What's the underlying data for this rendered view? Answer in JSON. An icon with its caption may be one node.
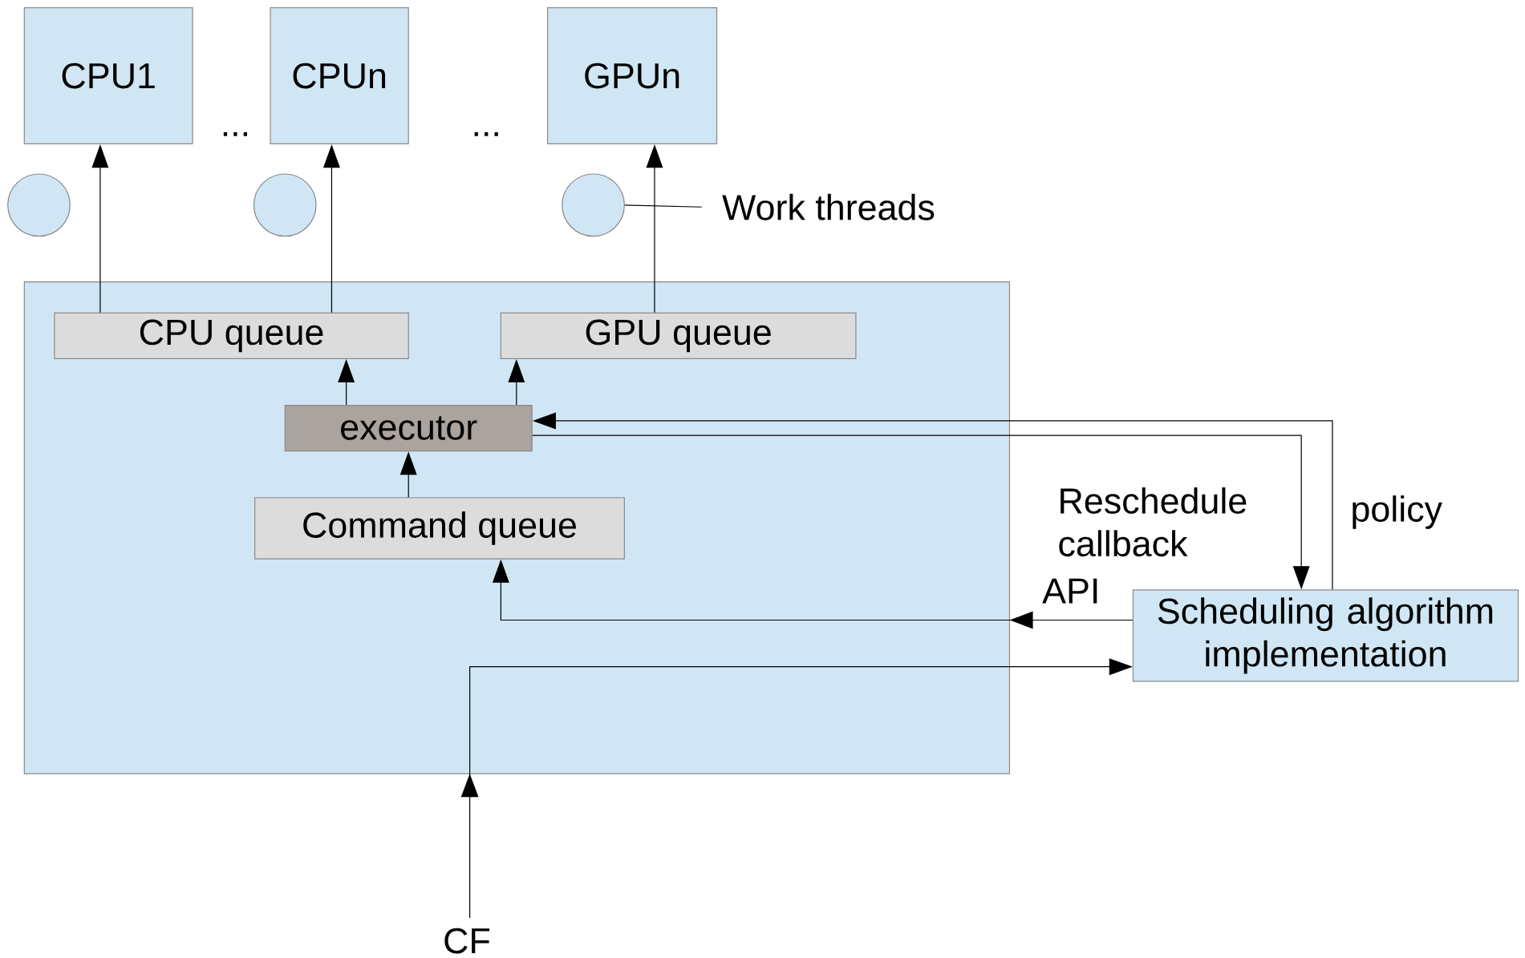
{
  "diagram": {
    "nodes": [
      {
        "text": [
          "CPU1"
        ]
      },
      {
        "text": [
          "CPUn"
        ]
      },
      {
        "text": [
          "GPUn"
        ]
      },
      {
        "text": [],
        "shape": "circle"
      },
      {
        "text": [],
        "shape": "circle"
      },
      {
        "text": [],
        "shape": "circle"
      },
      {
        "text": [
          "Work threads"
        ]
      },
      {
        "text": [],
        "shape": "box"
      },
      {
        "text": [
          "CPU queue"
        ],
        "in": 7
      },
      {
        "text": [
          "GPU queue"
        ],
        "in": 7
      },
      {
        "text": [
          "executor"
        ],
        "in": 7
      },
      {
        "text": [
          "Command queue"
        ],
        "in": 7
      },
      {
        "text": [
          "Scheduling algorithm implementation"
        ]
      },
      {
        "text": [
          "CF"
        ]
      }
    ],
    "edges": [
      {
        "from": 8,
        "to": 0,
        "arrow": "to"
      },
      {
        "from": 8,
        "to": 1,
        "arrow": "to"
      },
      {
        "from": 9,
        "to": 2,
        "arrow": "to"
      },
      {
        "from": 10,
        "to": 8,
        "arrow": "to"
      },
      {
        "from": 10,
        "to": 9,
        "arrow": "to"
      },
      {
        "from": 11,
        "to": 10,
        "arrow": "to"
      },
      {
        "from": 12,
        "to": 10,
        "arrow": "to",
        "label": "policy"
      },
      {
        "from": 10,
        "to": 12,
        "arrow": "to",
        "label": "Reschedule callback"
      },
      {
        "from": 12,
        "to": 11,
        "arrow": "to",
        "label": "API"
      },
      {
        "from": 13,
        "to": 12,
        "arrow": "to"
      },
      {
        "from": 6,
        "to": 5,
        "arrow": "none"
      }
    ],
    "labels": [
      "...",
      "..."
    ]
  }
}
